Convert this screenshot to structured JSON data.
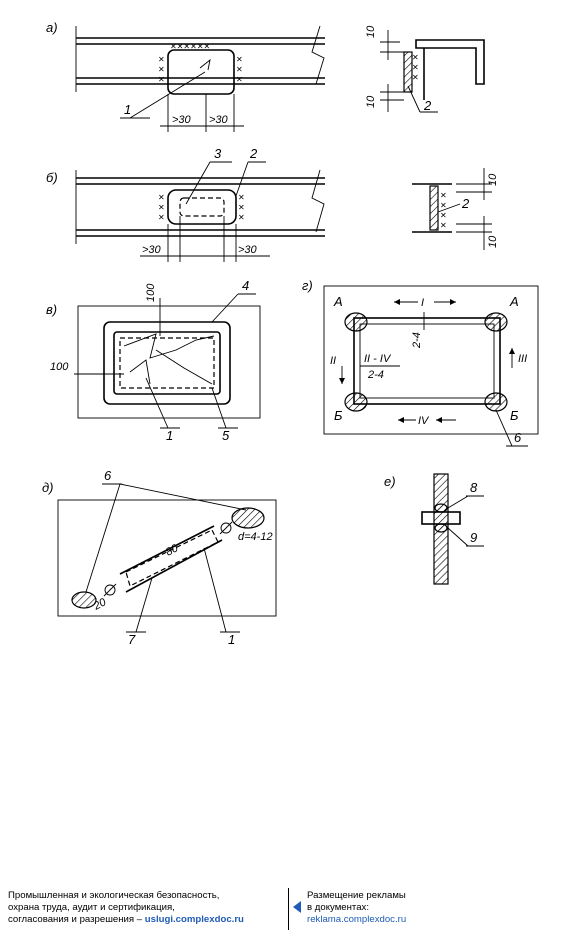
{
  "figure": {
    "panels": {
      "a": "а)",
      "b": "б)",
      "v": "в)",
      "g": "г)",
      "d": "д)",
      "e": "е)"
    },
    "callouts": {
      "c1": "1",
      "c2": "2",
      "c3": "3",
      "c4": "4",
      "c5": "5",
      "c6": "6",
      "c7": "7",
      "c8": "8",
      "c9": "9"
    },
    "dims": {
      "gt30": ">30",
      "ten": "10",
      "hundred": "100",
      "spacing": "2-4",
      "eighty": "80",
      "dia": "d=4-12",
      "twenty": "20"
    },
    "corners": {
      "A": "А",
      "B": "Б"
    },
    "sequence": {
      "I": "I",
      "II": "II",
      "III": "III",
      "IV": "IV",
      "II_IV": "II - IV"
    }
  },
  "footer": {
    "left_line1": "Промышленная и экологическая безопасность,",
    "left_line2": "охрана труда, аудит и сертификация,",
    "left_line3_prefix": "согласования и разрешения – ",
    "left_link": "uslugi.complexdoc.ru",
    "right_line1": "Размещение рекламы",
    "right_line2": "в документах:",
    "right_link": "reklama.complexdoc.ru"
  }
}
